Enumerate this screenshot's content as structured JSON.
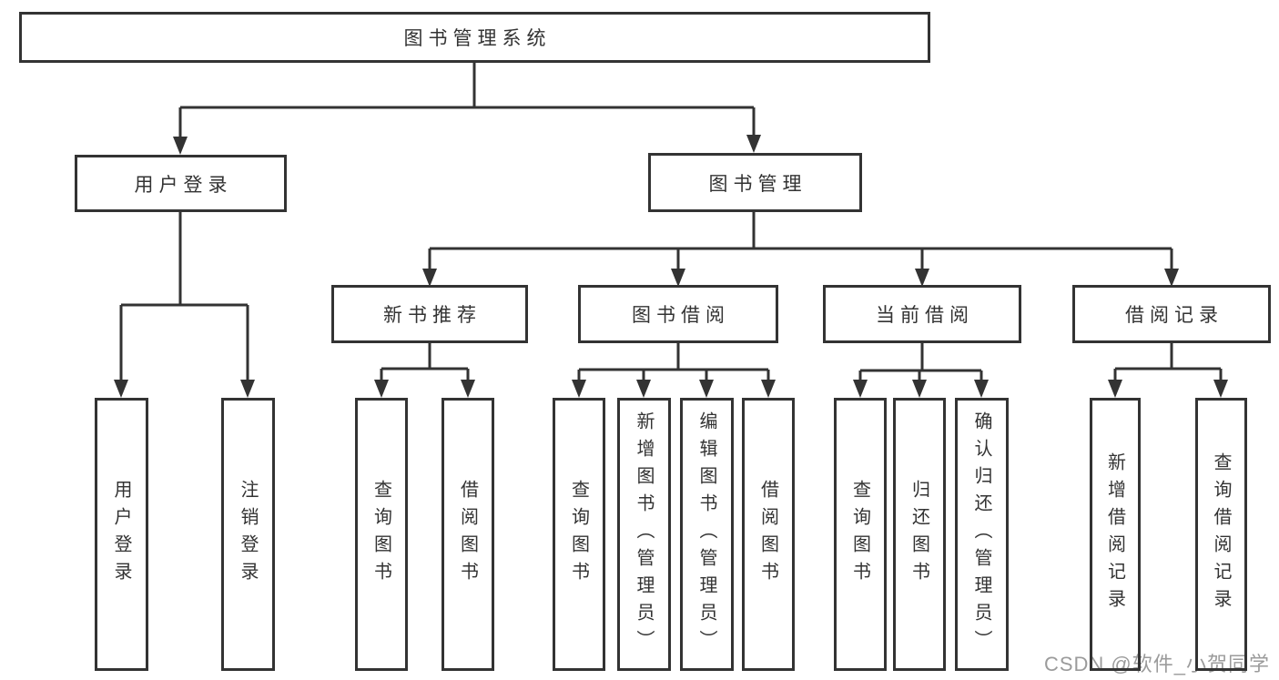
{
  "tree": {
    "root": "图书管理系统",
    "branches": [
      {
        "label": "用户登录",
        "leaves": [
          "用户登录",
          "注销登录"
        ]
      },
      {
        "label": "图书管理",
        "groups": [
          {
            "label": "新书推荐",
            "leaves": [
              "查询图书",
              "借阅图书"
            ]
          },
          {
            "label": "图书借阅",
            "leaves": [
              "查询图书",
              "新增图书（管理员）",
              "编辑图书（管理员）",
              "借阅图书"
            ]
          },
          {
            "label": "当前借阅",
            "leaves": [
              "查询图书",
              "归还图书",
              "确认归还（管理员）"
            ]
          },
          {
            "label": "借阅记录",
            "leaves": [
              "新增借阅记录",
              "查询借阅记录"
            ]
          }
        ]
      }
    ]
  },
  "watermark": "CSDN @软件_小贺同学",
  "colors": {
    "line": "#333333",
    "text": "#333333",
    "watermark": "#9b9b9b",
    "background": "#ffffff"
  }
}
